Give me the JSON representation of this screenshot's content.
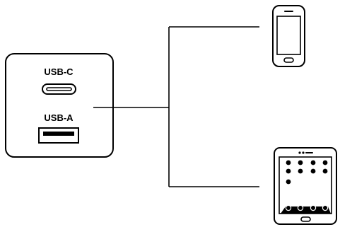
{
  "charger": {
    "port_c_label": "USB-C",
    "port_a_label": "USB-A"
  },
  "devices": [
    {
      "kind": "smartphone"
    },
    {
      "kind": "tablet"
    }
  ],
  "colors": {
    "stroke": "#000000",
    "background": "#ffffff"
  }
}
